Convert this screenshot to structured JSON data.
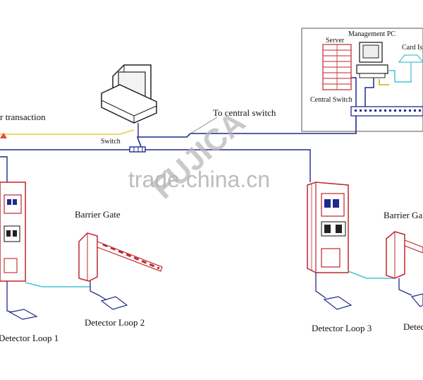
{
  "labels": {
    "management_pc": "Management PC",
    "server": "Server",
    "card_issuer": "Card Is",
    "central_switch": "Central Switch",
    "to_central_switch": "To central switch",
    "transaction": "r transaction",
    "switch": "Switch",
    "barrier_gate_1": "Barrier Gate",
    "barrier_gate_2": "Barrier Ga",
    "detector_loop_1": "Detector Loop  1",
    "detector_loop_2": "Detector Loop  2",
    "detector_loop_3": "Detector Loop  3",
    "detector_loop_4": "Detec"
  },
  "watermarks": {
    "site": "trade.china.cn",
    "brand": "FUJICA"
  },
  "colors": {
    "line_blue": "#1f2a8a",
    "line_yellow": "#e8dc6a",
    "line_cyan": "#47c3d6",
    "line_purple": "#5a3fa0",
    "line_gray": "#888888",
    "equipment_red": "#c0262c",
    "watermark_gray": "#b5b5b5"
  }
}
